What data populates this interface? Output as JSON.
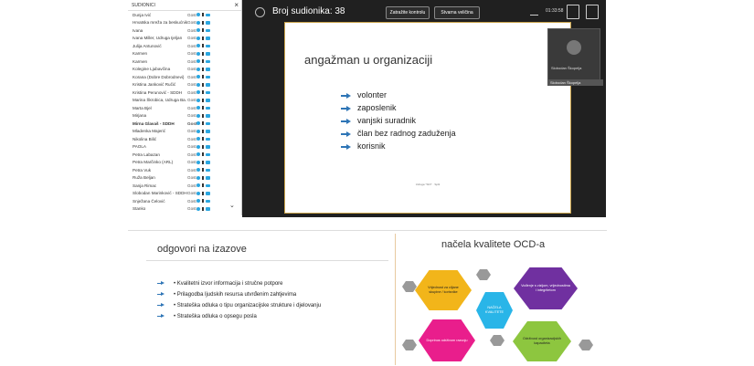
{
  "participants_panel": {
    "title": "SUDIONICI",
    "rows": [
      {
        "name": "Dunja Ivić",
        "role": "Gost"
      },
      {
        "name": "Hrvatska mreža za beskućnike",
        "role": "Gost"
      },
      {
        "name": "Ivana",
        "role": "Gost"
      },
      {
        "name": "Ivana Miller, Udruga Ijeljan",
        "role": "Gost"
      },
      {
        "name": "Julija Antunović",
        "role": "Gost"
      },
      {
        "name": "Karmen",
        "role": "Gost"
      },
      {
        "name": "Karmen",
        "role": "Gost"
      },
      {
        "name": "Kolegine Ljubavčina",
        "role": "Gost"
      },
      {
        "name": "Korana (Dobre Dobrodnevi)",
        "role": "Gost"
      },
      {
        "name": "Kristina Janković Ručić",
        "role": "Gost"
      },
      {
        "name": "Kristina Perunović - SDDH",
        "role": "Gost"
      },
      {
        "name": "Marina Škrobica, Udruga Ba.",
        "role": "Gost"
      },
      {
        "name": "Marta Bjel",
        "role": "Gost"
      },
      {
        "name": "Mirjana",
        "role": "Gost"
      },
      {
        "name": "Mirna Glavaš - SDDH",
        "role": "Gost"
      },
      {
        "name": "Mladenka Majerić",
        "role": "Gost"
      },
      {
        "name": "Nikolina Bilić",
        "role": "Gost"
      },
      {
        "name": "PAOLA",
        "role": "Gost"
      },
      {
        "name": "Petra Labazan",
        "role": "Gost"
      },
      {
        "name": "Petra Marčinko (ARL)",
        "role": "Gost"
      },
      {
        "name": "Petra Vuk",
        "role": "Gost"
      },
      {
        "name": "Ruža Beljan",
        "role": "Gost"
      },
      {
        "name": "Sanja Rimac",
        "role": "Gost"
      },
      {
        "name": "Slobodan Marinković - SDDH",
        "role": "Gost"
      },
      {
        "name": "Snježana Čelović",
        "role": "Gost"
      },
      {
        "name": "Stanko",
        "role": "Gost"
      }
    ]
  },
  "meeting": {
    "participant_count": "Broj sudionika: 38",
    "btn_request_control": "Zatražite kontrolu",
    "btn_page_size": "Stvarna veličina",
    "clock": "01:33:58",
    "video_name": "Slobodan Škopelja",
    "video_label": "Slobodan Škopelja"
  },
  "main_slide": {
    "title": "angažman u organizaciji",
    "bullets": [
      "volonter",
      "zaposlenik",
      "vanjski suradnik",
      "član bez radnog zaduženja",
      "korisnik"
    ],
    "footer": "Udruga \"SIO\" · Split"
  },
  "left_slide": {
    "title": "odgovori na izazove",
    "bullets": [
      "• Kvalitetni izvor informacija i stručne potpore",
      "• Prilagodba ljudskih resursa utvrđenim zahtjevima",
      "• Strateška odluka o tipu organizacijske strukture i djelovanju",
      "• Strateška odluka o opsegu posla"
    ]
  },
  "right_slide": {
    "title": "načela kvalitete OCD-a",
    "hexagons": [
      {
        "text": "Vrijednost za ciljane skupine / korisnike",
        "color": "#f2b51a"
      },
      {
        "text": "Vođenje s vizijom, vrijednostima i integritetom",
        "color": "#7030a0"
      },
      {
        "text": "NAČELA KVALITETE",
        "color": "#29b5e8"
      },
      {
        "text": "Doprinos održivom razvoju",
        "color": "#e91e8c"
      },
      {
        "text": "Održivost organizacijskih kapaciteta",
        "color": "#8dc63f"
      }
    ]
  }
}
